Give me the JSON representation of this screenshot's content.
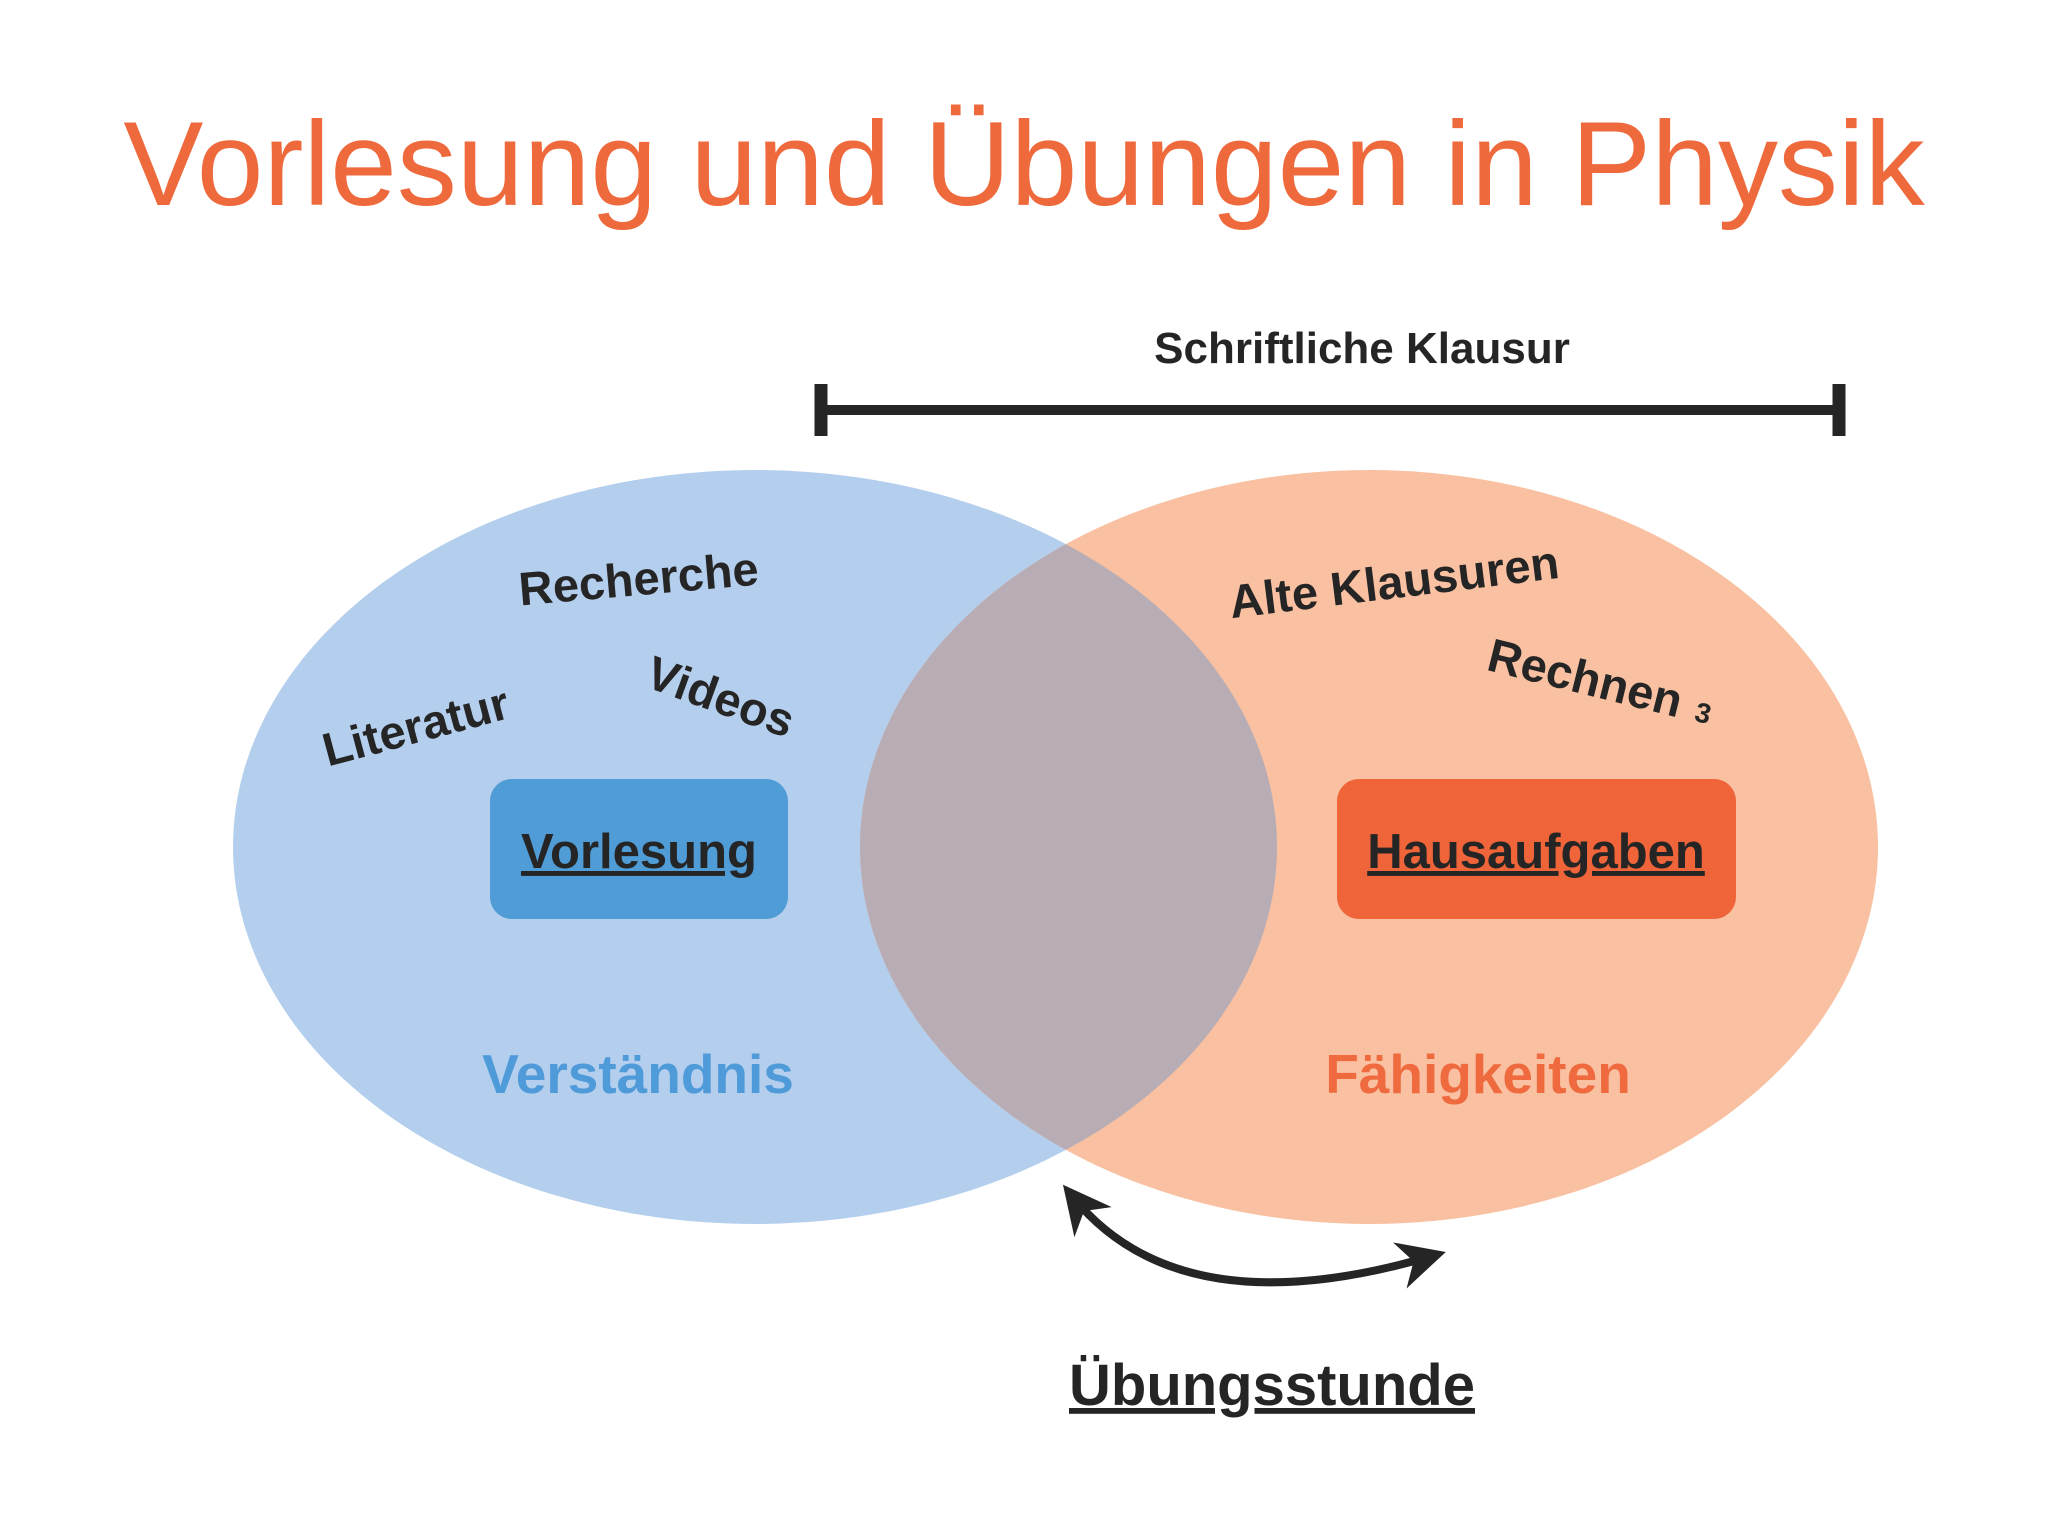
{
  "title": "Vorlesung und Übungen in Physik",
  "exam_bar": {
    "label": "Schriftliche Klausur"
  },
  "left_circle": {
    "items": [
      "Recherche",
      "Literatur",
      "Videos"
    ],
    "box_label": "Vorlesung",
    "caption": "Verständnis"
  },
  "right_circle": {
    "items": [
      "Alte Klausuren",
      "Rechnen"
    ],
    "rechnen_superscript": "3",
    "box_label": "Hausaufgaben",
    "caption": "Fähigkeiten"
  },
  "bottom": {
    "label": "Übungsstunde"
  },
  "colors": {
    "title": "#ee6a3d",
    "left_fill": "#b4cfed",
    "right_fill": "#f9c1a1",
    "overlap_fill": "#b8adb4",
    "left_box": "#4f9cd6",
    "right_box": "#ef6439",
    "left_caption": "#4f9ad8",
    "right_caption": "#ef6a3e",
    "dark": "#252525"
  }
}
